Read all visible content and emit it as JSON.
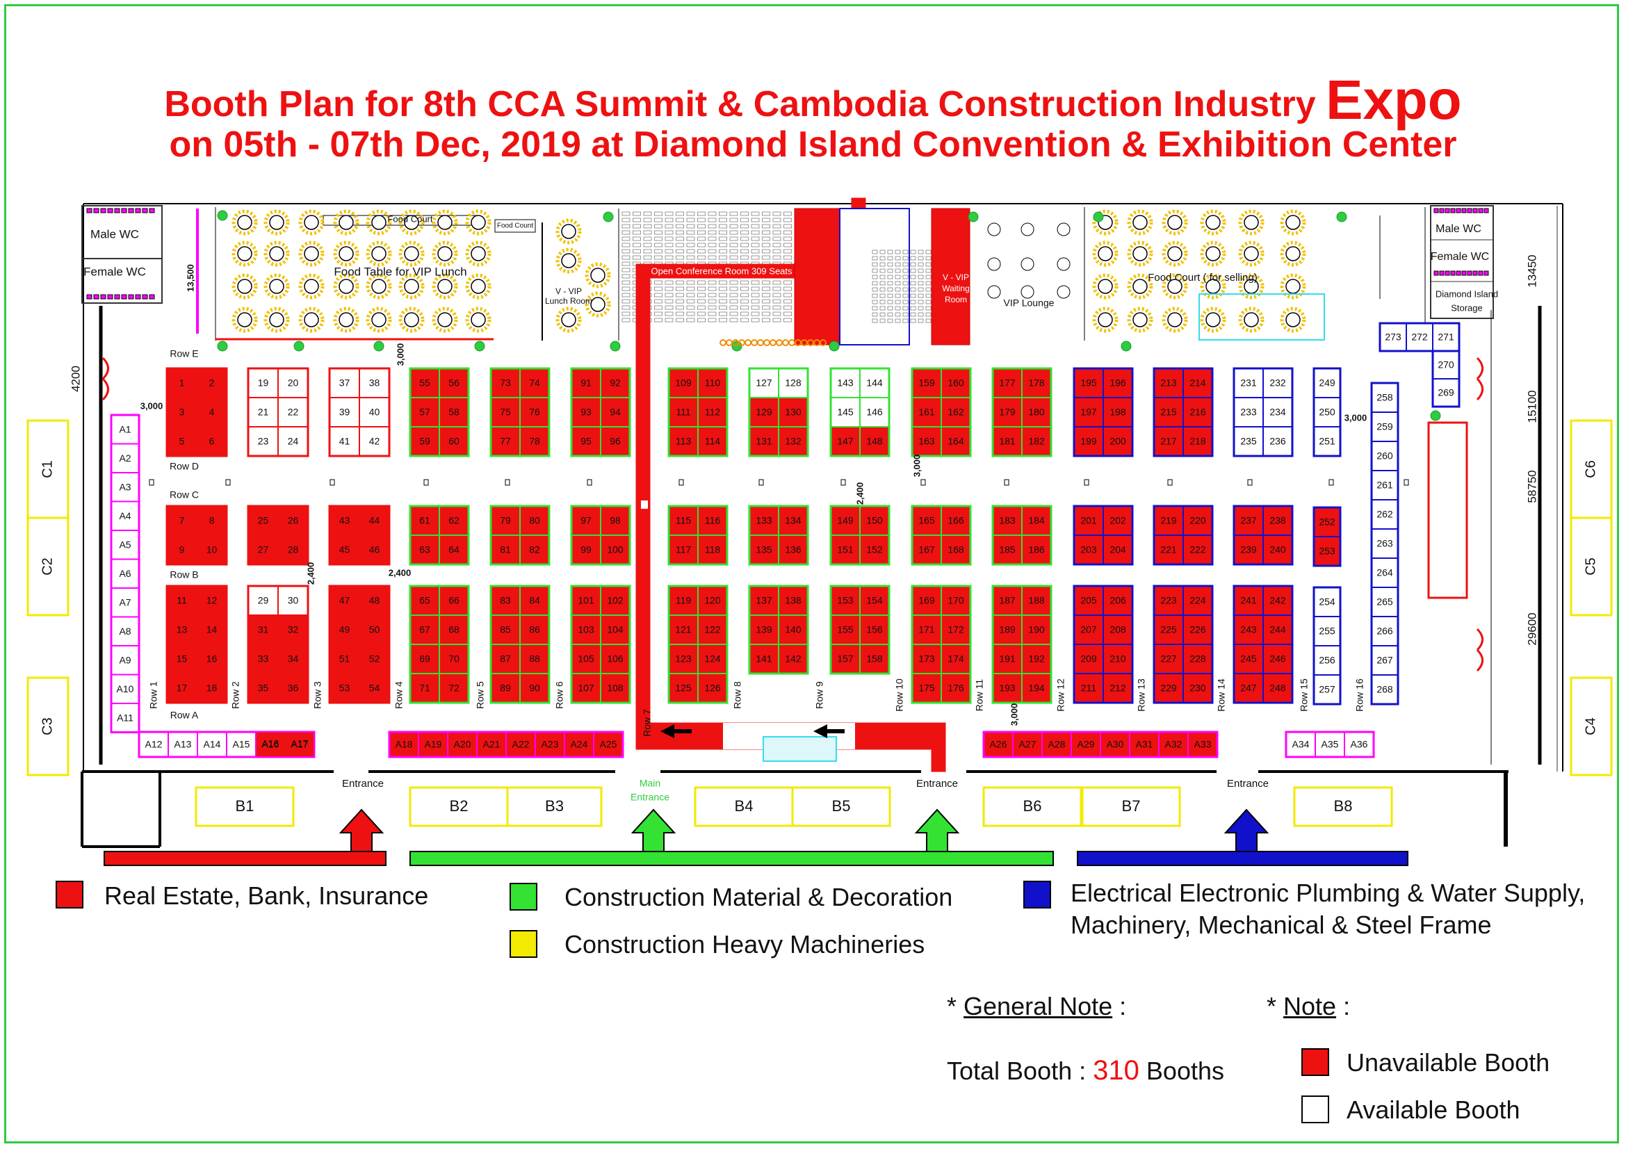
{
  "title": {
    "line1_main": "Booth Plan for 8th CCA Summit & Cambodia Construction Industry",
    "line1_emph": "Expo",
    "line2": "on 05th - 07th Dec, 2019 at Diamond Island Convention & Exhibition Center"
  },
  "colors": {
    "red": "#ee1111",
    "green": "#33e233",
    "blue": "#1111cc",
    "yellow": "#f2ea00",
    "magenta": "#ff00ff",
    "cyan": "#33ddee"
  },
  "facilities": {
    "male_wc": "Male WC",
    "female_wc": "Female WC",
    "food_court": "Food Court",
    "food_count": "Food Count",
    "food_table_vip": "Food Table for VIP Lunch",
    "vvip_lunch": "V - VIP Lunch Room",
    "conference": "Open Conference Room 309 Seats",
    "vvip_waiting": "V - VIP Waiting Room",
    "vip_lounge": "VIP Lounge",
    "food_court_selling": "Food Court ( for selling)",
    "storage": "Diamond Island Storage",
    "entrance": "Entrance",
    "main_entrance": "Main Entrance"
  },
  "dimensions": {
    "d4200": "4200",
    "d13450": "13450",
    "d15100": "15100",
    "d58750": "58750",
    "d29600": "29600",
    "d3000": "3,000",
    "d2400": "2,400",
    "d13500": "13,500"
  },
  "row_letters": [
    "Row E",
    "Row D",
    "Row C",
    "Row B",
    "Row A"
  ],
  "rows": [
    "Row 1",
    "Row 2",
    "Row 3",
    "Row 4",
    "Row 5",
    "Row 6",
    "Row 7",
    "Row 8",
    "Row 9",
    "Row 10",
    "Row 11",
    "Row 12",
    "Row 13",
    "Row 14",
    "Row 15",
    "Row 16"
  ],
  "block_status": {
    "b1": "red",
    "b19": "white",
    "b37": "white",
    "b55": "red",
    "b73": "red",
    "b91": "red",
    "b109": "red",
    "b127": "mixed_top",
    "b143": "mixed_bottom",
    "b159": "red",
    "b177": "red",
    "b195": "red",
    "b213": "red",
    "b231": "white",
    "b7": "red",
    "b25": "red",
    "b43": "red",
    "b61": "red",
    "b79": "red",
    "b97": "red",
    "b115": "red",
    "b133": "red",
    "b149": "red",
    "b165": "red",
    "b183": "red",
    "b201": "red",
    "b219": "red",
    "b237": "red",
    "b11": "red",
    "b29": "mixed_first",
    "b47": "red",
    "b65": "red",
    "b83": "red",
    "b101": "red",
    "b119": "red",
    "b137": "red",
    "b153": "red",
    "b169": "red",
    "b187": "red",
    "b205": "red",
    "b223": "red",
    "b241": "red",
    "col15_top": "white",
    "col15_mid": "red",
    "col15_bot": "white",
    "col16_a": "white",
    "col16_b": "white",
    "col16_c": "white",
    "top_right": "white"
  },
  "booth_groups": {
    "blockA": [
      [
        "1",
        "2"
      ],
      [
        "3",
        "4"
      ],
      [
        "5",
        "6"
      ]
    ],
    "blockD": [
      [
        "19",
        "20"
      ],
      [
        "21",
        "22"
      ],
      [
        "23",
        "24"
      ]
    ],
    "blockG": [
      [
        "37",
        "38"
      ],
      [
        "39",
        "40"
      ],
      [
        "41",
        "42"
      ]
    ],
    "block55": [
      [
        "55",
        "56"
      ],
      [
        "57",
        "58"
      ],
      [
        "59",
        "60"
      ]
    ],
    "block73": [
      [
        "73",
        "74"
      ],
      [
        "75",
        "76"
      ],
      [
        "77",
        "78"
      ]
    ],
    "block91": [
      [
        "91",
        "92"
      ],
      [
        "93",
        "94"
      ],
      [
        "95",
        "96"
      ]
    ],
    "block109": [
      [
        "109",
        "110"
      ],
      [
        "111",
        "112"
      ],
      [
        "113",
        "114"
      ]
    ],
    "block127": [
      [
        "127",
        "128"
      ],
      [
        "129",
        "130"
      ],
      [
        "131",
        "132"
      ]
    ],
    "block143": [
      [
        "143",
        "144"
      ],
      [
        "145",
        "146"
      ],
      [
        "147",
        "148"
      ]
    ],
    "block159": [
      [
        "159",
        "160"
      ],
      [
        "161",
        "162"
      ],
      [
        "163",
        "164"
      ]
    ],
    "block177": [
      [
        "177",
        "178"
      ],
      [
        "179",
        "180"
      ],
      [
        "181",
        "182"
      ]
    ],
    "block195": [
      [
        "195",
        "196"
      ],
      [
        "197",
        "198"
      ],
      [
        "199",
        "200"
      ]
    ],
    "block213": [
      [
        "213",
        "214"
      ],
      [
        "215",
        "216"
      ],
      [
        "217",
        "218"
      ]
    ],
    "block231": [
      [
        "231",
        "232"
      ],
      [
        "233",
        "234"
      ],
      [
        "235",
        "236"
      ]
    ],
    "block7": [
      [
        "7",
        "8"
      ],
      [
        "9",
        "10"
      ]
    ],
    "block25": [
      [
        "25",
        "26"
      ],
      [
        "27",
        "28"
      ]
    ],
    "block43": [
      [
        "43",
        "44"
      ],
      [
        "45",
        "46"
      ]
    ],
    "block61": [
      [
        "61",
        "62"
      ],
      [
        "63",
        "64"
      ]
    ],
    "block79": [
      [
        "79",
        "80"
      ],
      [
        "81",
        "82"
      ]
    ],
    "block97": [
      [
        "97",
        "98"
      ],
      [
        "99",
        "100"
      ]
    ],
    "block115": [
      [
        "115",
        "116"
      ],
      [
        "117",
        "118"
      ]
    ],
    "block133": [
      [
        "133",
        "134"
      ],
      [
        "135",
        "136"
      ]
    ],
    "block149": [
      [
        "149",
        "150"
      ],
      [
        "151",
        "152"
      ]
    ],
    "block165": [
      [
        "165",
        "166"
      ],
      [
        "167",
        "168"
      ]
    ],
    "block183": [
      [
        "183",
        "184"
      ],
      [
        "185",
        "186"
      ]
    ],
    "block201": [
      [
        "201",
        "202"
      ],
      [
        "203",
        "204"
      ]
    ],
    "block219": [
      [
        "219",
        "220"
      ],
      [
        "221",
        "222"
      ]
    ],
    "block237": [
      [
        "237",
        "238"
      ],
      [
        "239",
        "240"
      ]
    ],
    "block11": [
      [
        "11",
        "12"
      ],
      [
        "13",
        "14"
      ],
      [
        "15",
        "16"
      ],
      [
        "17",
        "18"
      ]
    ],
    "block29": [
      [
        "29",
        "30"
      ],
      [
        "31",
        "32"
      ],
      [
        "33",
        "34"
      ],
      [
        "35",
        "36"
      ]
    ],
    "block47": [
      [
        "47",
        "48"
      ],
      [
        "49",
        "50"
      ],
      [
        "51",
        "52"
      ],
      [
        "53",
        "54"
      ]
    ],
    "block65": [
      [
        "65",
        "66"
      ],
      [
        "67",
        "68"
      ],
      [
        "69",
        "70"
      ],
      [
        "71",
        "72"
      ]
    ],
    "block83": [
      [
        "83",
        "84"
      ],
      [
        "85",
        "86"
      ],
      [
        "87",
        "88"
      ],
      [
        "89",
        "90"
      ]
    ],
    "block101": [
      [
        "101",
        "102"
      ],
      [
        "103",
        "104"
      ],
      [
        "105",
        "106"
      ],
      [
        "107",
        "108"
      ]
    ],
    "block119": [
      [
        "119",
        "120"
      ],
      [
        "121",
        "122"
      ],
      [
        "123",
        "124"
      ],
      [
        "125",
        "126"
      ]
    ],
    "block137": [
      [
        "137",
        "138"
      ],
      [
        "139",
        "140"
      ],
      [
        "141",
        "142"
      ]
    ],
    "block153": [
      [
        "153",
        "154"
      ],
      [
        "155",
        "156"
      ],
      [
        "157",
        "158"
      ]
    ],
    "block169": [
      [
        "169",
        "170"
      ],
      [
        "171",
        "172"
      ],
      [
        "173",
        "174"
      ],
      [
        "175",
        "176"
      ]
    ],
    "block187": [
      [
        "187",
        "188"
      ],
      [
        "189",
        "190"
      ],
      [
        "191",
        "192"
      ],
      [
        "193",
        "194"
      ]
    ],
    "block205": [
      [
        "205",
        "206"
      ],
      [
        "207",
        "208"
      ],
      [
        "209",
        "210"
      ],
      [
        "211",
        "212"
      ]
    ],
    "block223": [
      [
        "223",
        "224"
      ],
      [
        "225",
        "226"
      ],
      [
        "227",
        "228"
      ],
      [
        "229",
        "230"
      ]
    ],
    "block241": [
      [
        "241",
        "242"
      ],
      [
        "243",
        "244"
      ],
      [
        "245",
        "246"
      ],
      [
        "247",
        "248"
      ]
    ],
    "col15_top": [
      [
        "249"
      ],
      [
        "250"
      ],
      [
        "251"
      ]
    ],
    "col15_mid": [
      [
        "252"
      ],
      [
        "253"
      ]
    ],
    "col15_bot": [
      [
        "254"
      ],
      [
        "255"
      ],
      [
        "256"
      ],
      [
        "257"
      ]
    ],
    "col16": [
      [
        "258"
      ],
      [
        "259"
      ],
      [
        "260"
      ],
      [
        "261"
      ],
      [
        "262"
      ],
      [
        "263"
      ],
      [
        "264"
      ],
      [
        "265"
      ],
      [
        "266"
      ],
      [
        "267"
      ],
      [
        "268"
      ]
    ],
    "top_right": [
      [
        "273",
        "272",
        "271"
      ]
    ],
    "top_right_col": [
      [
        "270"
      ],
      [
        "269"
      ]
    ],
    "a_col": [
      [
        "A1"
      ],
      [
        "A2"
      ],
      [
        "A3"
      ],
      [
        "A4"
      ],
      [
        "A5"
      ],
      [
        "A6"
      ],
      [
        "A7"
      ],
      [
        "A8"
      ],
      [
        "A9"
      ],
      [
        "A10"
      ],
      [
        "A11"
      ]
    ],
    "a_bottom1": [
      [
        "A12",
        "A13",
        "A14",
        "A15",
        "A16",
        "A17"
      ]
    ],
    "a_bottom2": [
      [
        "A18",
        "A19",
        "A20",
        "A21",
        "A22",
        "A23",
        "A24",
        "A25"
      ]
    ],
    "a_bottom3": [
      [
        "A26",
        "A27",
        "A28",
        "A29",
        "A30",
        "A31",
        "A32",
        "A33"
      ]
    ],
    "a_bottom4": [
      [
        "A34",
        "A35",
        "A36"
      ]
    ]
  },
  "outdoor_booths": [
    "B1",
    "B2",
    "B3",
    "B4",
    "B5",
    "B6",
    "B7",
    "B8"
  ],
  "c_booths": [
    "C1",
    "C2",
    "C3",
    "C4",
    "C5",
    "C6"
  ],
  "legend": {
    "real_estate": "Real Estate, Bank, Insurance",
    "construction_material": "Construction Material & Decoration",
    "heavy_machinery": "Construction Heavy Machineries",
    "electrical_line1": "Electrical Electronic Plumbing & Water Supply,",
    "electrical_line2": "Machinery, Mechanical & Steel Frame"
  },
  "notes": {
    "star": "*",
    "general_note": "General Note",
    "note": "Note",
    "colon": ":",
    "total_prefix": "Total Booth :",
    "total_count": "310",
    "total_suffix": "Booths",
    "unavailable": "Unavailable Booth",
    "available": "Available Booth"
  }
}
